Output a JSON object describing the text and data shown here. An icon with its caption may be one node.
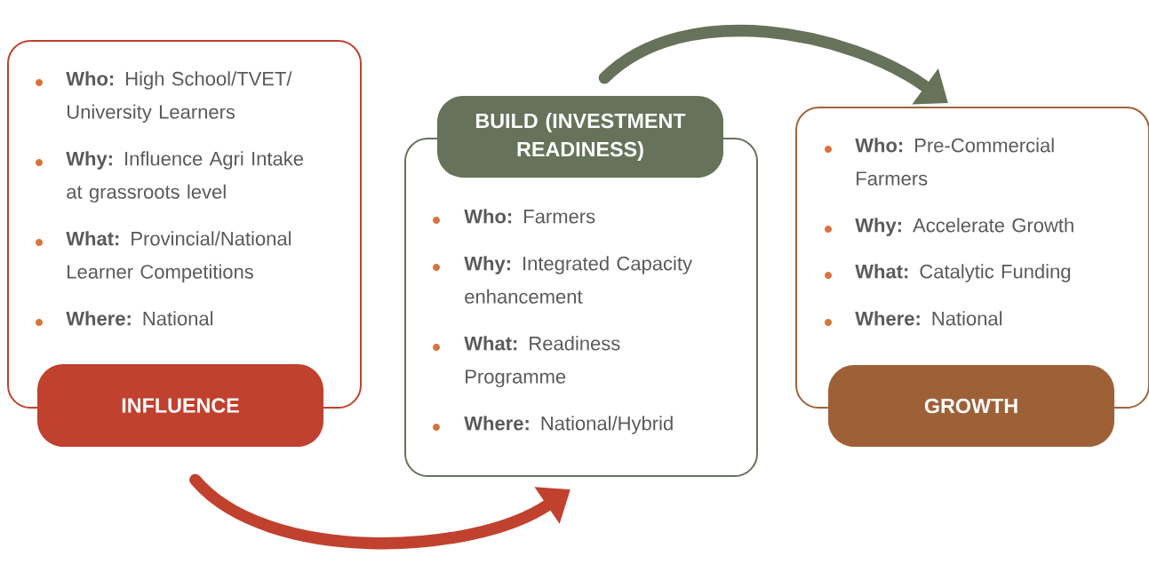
{
  "diagram": {
    "nodes": [
      {
        "text": [
          "**Who:** High School/TVET/ University Learners",
          "**Why:** Influence Agri Intake at grassroots level",
          "**What:** Provincial/National Learner Competitions",
          "**Where:** National"
        ]
      },
      {
        "text": [
          "INFLUENCE"
        ]
      },
      {
        "text": [
          "BUILD (INVESTMENT READINESS)"
        ]
      },
      {
        "text": [
          "**Who:** Farmers",
          "**Why:** Integrated Capacity enhancement",
          "**What:** Readiness Programme",
          "**Where:** National/Hybrid"
        ]
      },
      {
        "text": [
          "**Who:** Pre-Commercial Farmers",
          "**Why:** Accelerate Growth",
          "**What:** Catalytic Funding",
          "**Where:** National"
        ]
      },
      {
        "text": [
          "GROWTH"
        ]
      }
    ],
    "edges": [
      {
        "from": 1,
        "to": 3,
        "arrow": "to",
        "color": "#c0412e"
      },
      {
        "from": 2,
        "to": 4,
        "arrow": "to",
        "color": "#66735a"
      }
    ]
  }
}
